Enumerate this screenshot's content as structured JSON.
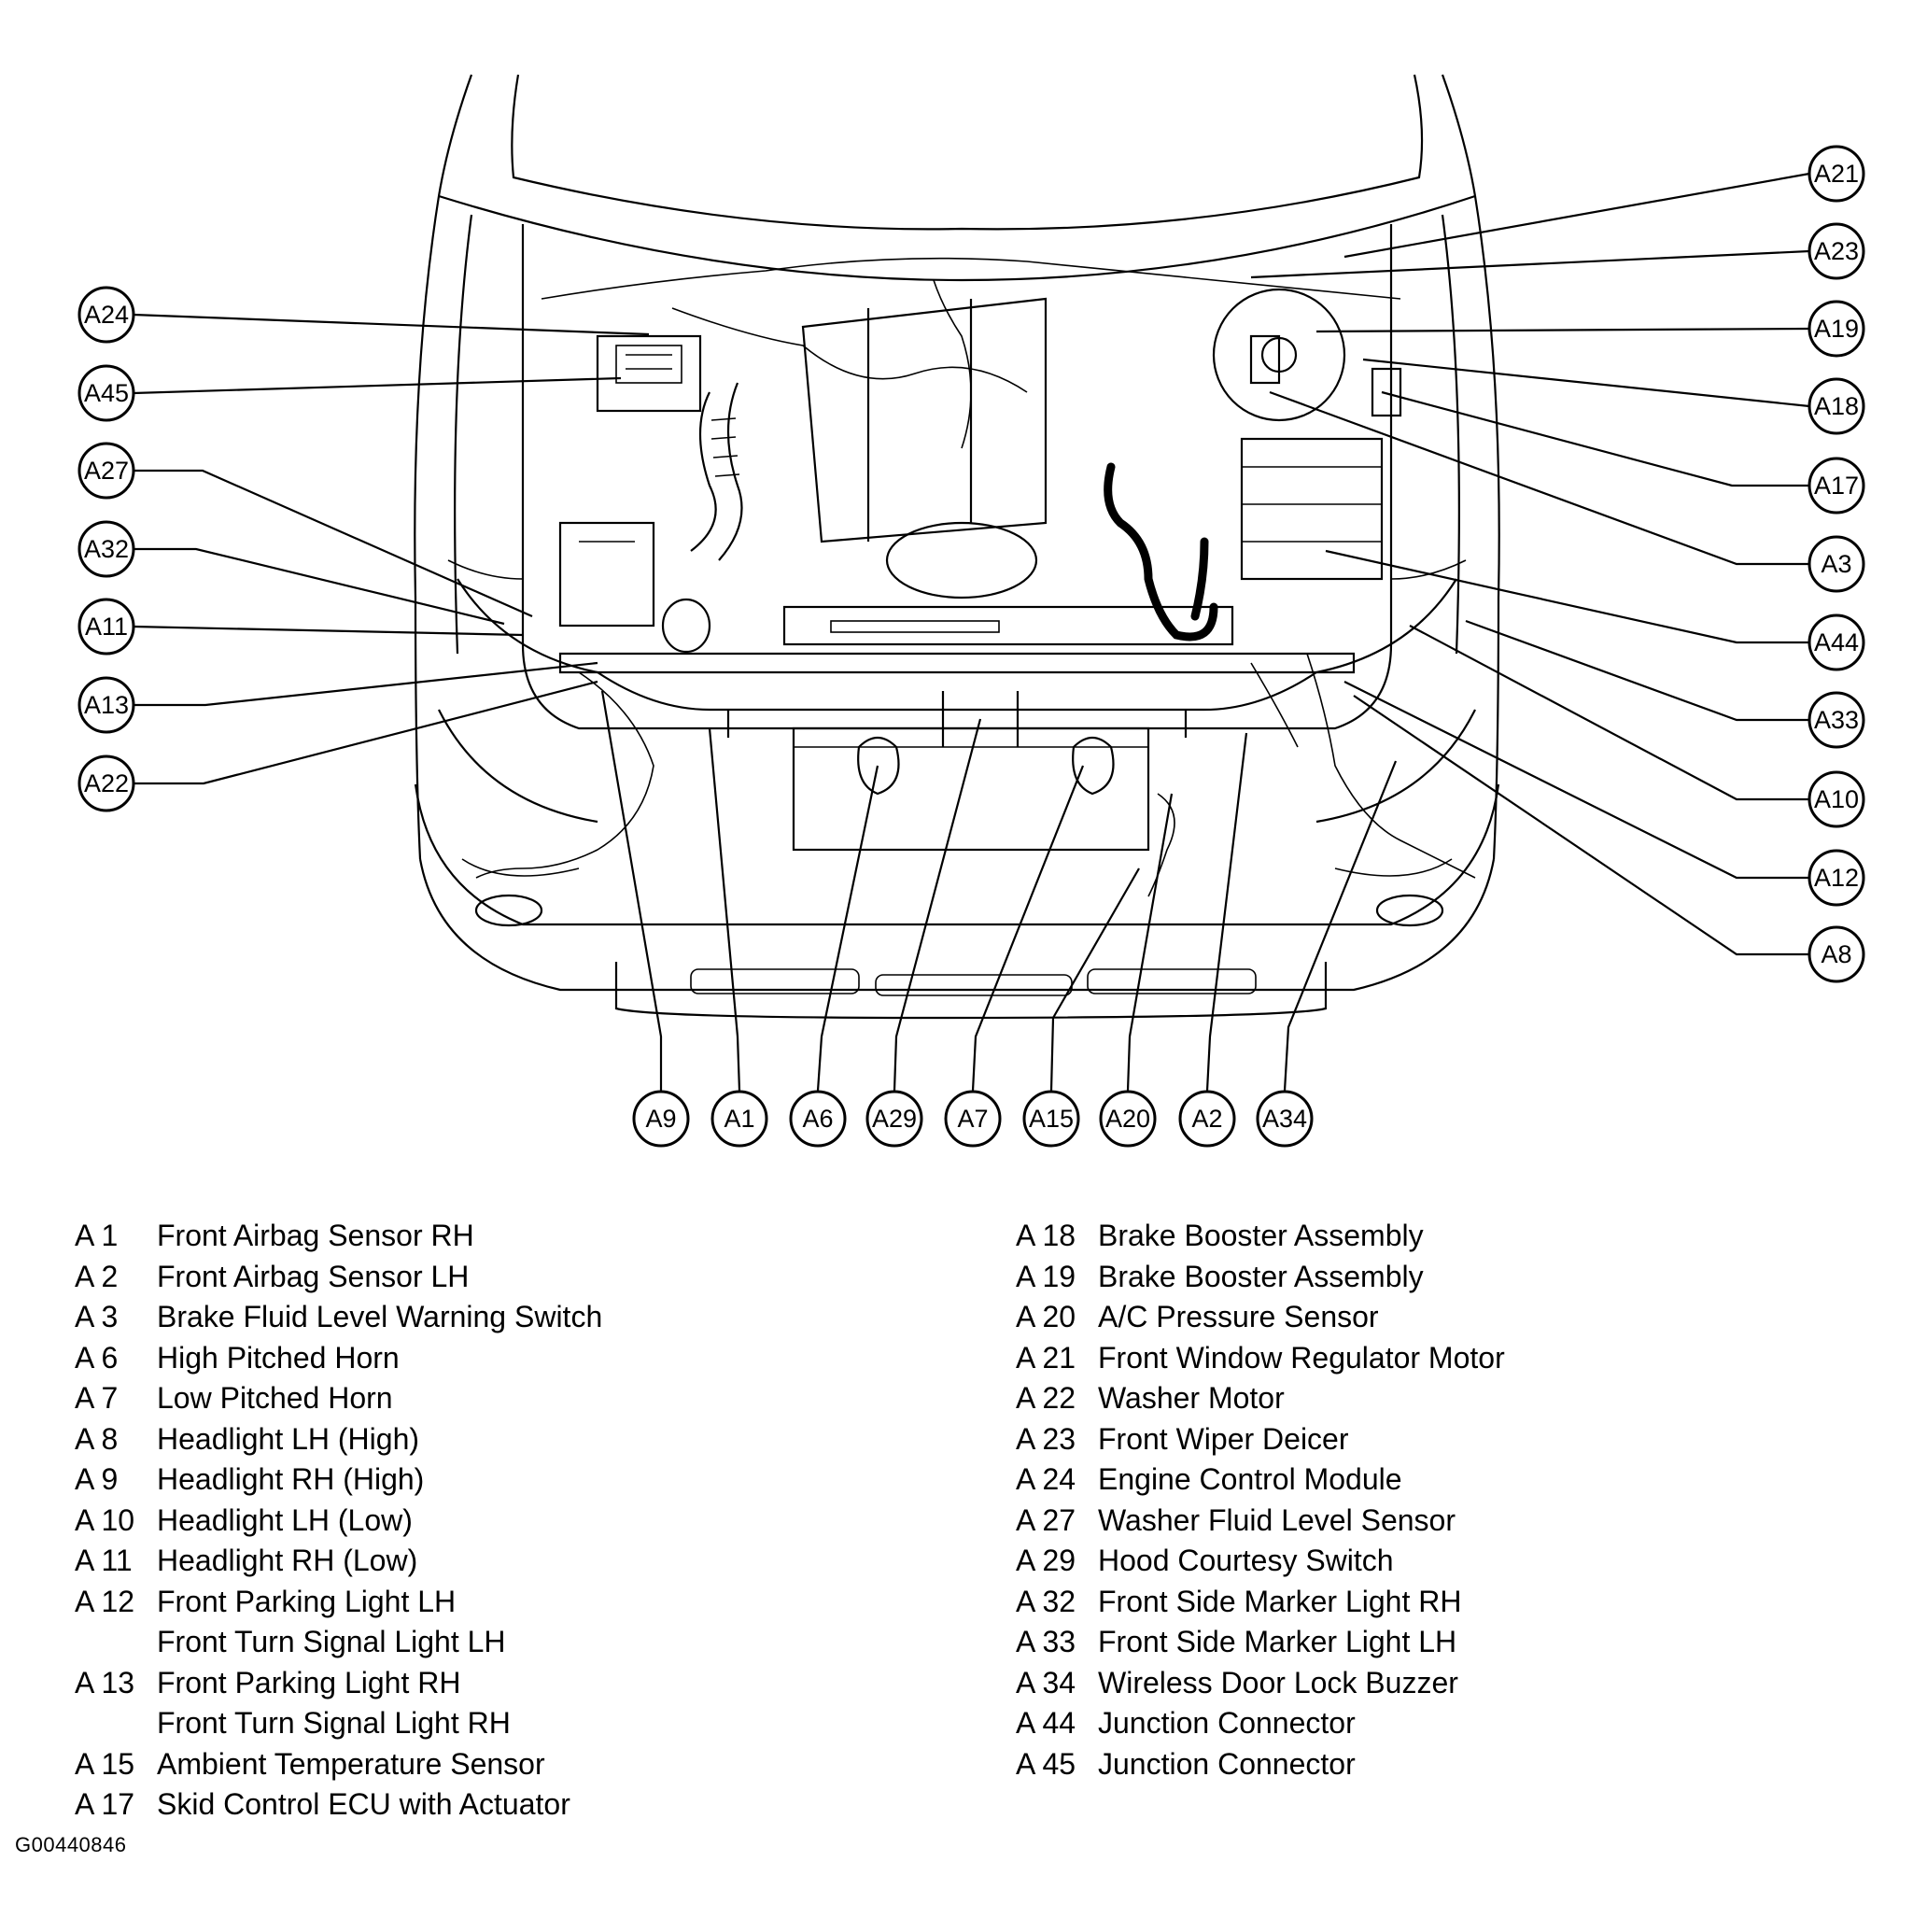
{
  "figure_id": "G00440846",
  "callouts": {
    "A24": "A24",
    "A45": "A45",
    "A27": "A27",
    "A32": "A32",
    "A11": "A11",
    "A13": "A13",
    "A22": "A22",
    "A21": "A21",
    "A23": "A23",
    "A19": "A19",
    "A18": "A18",
    "A17": "A17",
    "A3": "A3",
    "A44": "A44",
    "A33": "A33",
    "A10": "A10",
    "A12": "A12",
    "A8": "A8",
    "A9": "A9",
    "A1": "A1",
    "A6": "A6",
    "A29": "A29",
    "A7": "A7",
    "A15": "A15",
    "A20": "A20",
    "A2": "A2",
    "A34": "A34"
  },
  "legend_left": [
    {
      "code": "A  1",
      "name": "Front Airbag Sensor RH"
    },
    {
      "code": "A  2",
      "name": "Front Airbag Sensor LH"
    },
    {
      "code": "A  3",
      "name": "Brake Fluid Level Warning Switch"
    },
    {
      "code": "A  6",
      "name": "High Pitched Horn"
    },
    {
      "code": "A  7",
      "name": "Low Pitched Horn"
    },
    {
      "code": "A  8",
      "name": "Headlight LH (High)"
    },
    {
      "code": "A  9",
      "name": "Headlight RH (High)"
    },
    {
      "code": "A 10",
      "name": "Headlight LH (Low)"
    },
    {
      "code": "A 11",
      "name": "Headlight RH (Low)"
    },
    {
      "code": "A 12",
      "name": "Front Parking Light LH"
    },
    {
      "code": "",
      "name": "Front Turn Signal Light LH"
    },
    {
      "code": "A 13",
      "name": "Front Parking Light RH"
    },
    {
      "code": "",
      "name": "Front Turn Signal Light RH"
    },
    {
      "code": "A 15",
      "name": "Ambient Temperature Sensor"
    },
    {
      "code": "A 17",
      "name": "Skid Control ECU with Actuator"
    }
  ],
  "legend_right": [
    {
      "code": "A 18",
      "name": "Brake Booster Assembly"
    },
    {
      "code": "A 19",
      "name": "Brake Booster Assembly"
    },
    {
      "code": "A 20",
      "name": "A/C Pressure Sensor"
    },
    {
      "code": "A 21",
      "name": "Front Window Regulator Motor"
    },
    {
      "code": "A 22",
      "name": "Washer Motor"
    },
    {
      "code": "A 23",
      "name": "Front Wiper Deicer"
    },
    {
      "code": "A 24",
      "name": "Engine Control Module"
    },
    {
      "code": "A 27",
      "name": "Washer Fluid Level Sensor"
    },
    {
      "code": "A 29",
      "name": "Hood Courtesy Switch"
    },
    {
      "code": "A 32",
      "name": "Front Side Marker Light RH"
    },
    {
      "code": "A 33",
      "name": "Front Side Marker Light LH"
    },
    {
      "code": "A 34",
      "name": "Wireless Door Lock Buzzer"
    },
    {
      "code": "A 44",
      "name": "Junction Connector"
    },
    {
      "code": "A 45",
      "name": "Junction Connector"
    }
  ]
}
